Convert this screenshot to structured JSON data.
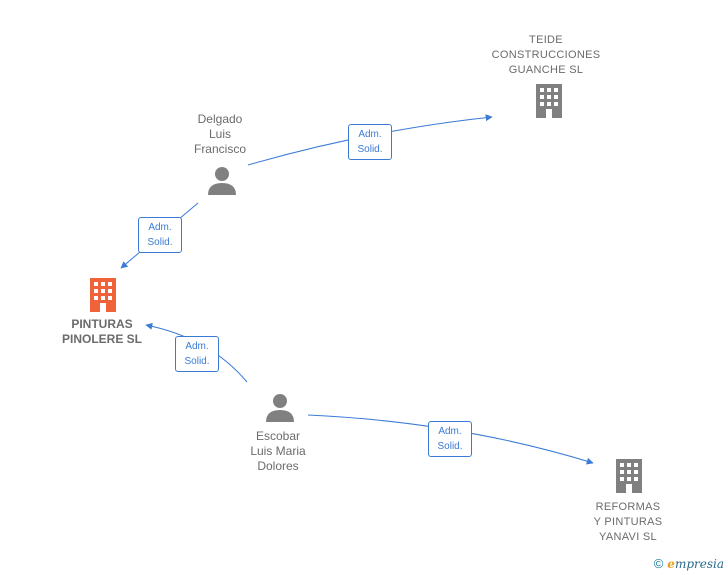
{
  "nodes": {
    "teide": {
      "label": "TEIDE\nCONSTRUCCIONES\nGUANCHE  SL",
      "icon": "building-icon",
      "color": "#808080"
    },
    "delgado": {
      "label": "Delgado\nLuis\nFrancisco",
      "icon": "person-icon",
      "color": "#808080"
    },
    "pinturas": {
      "label": "PINTURAS\nPINOLERE  SL",
      "icon": "building-icon",
      "color": "#f0623a"
    },
    "escobar": {
      "label": "Escobar\nLuis Maria\nDolores",
      "icon": "person-icon",
      "color": "#808080"
    },
    "reformas": {
      "label": "REFORMAS\nY PINTURAS\nYANAVI  SL",
      "icon": "building-icon",
      "color": "#808080"
    }
  },
  "edges": [
    {
      "label": "Adm.\nSolid."
    },
    {
      "label": "Adm.\nSolid."
    },
    {
      "label": "Adm.\nSolid."
    },
    {
      "label": "Adm.\nSolid."
    }
  ],
  "colors": {
    "edge": "#3a7bd5"
  },
  "footer": {
    "copyright": "©",
    "brand_initial": "e",
    "brand_rest": "mpresia"
  }
}
